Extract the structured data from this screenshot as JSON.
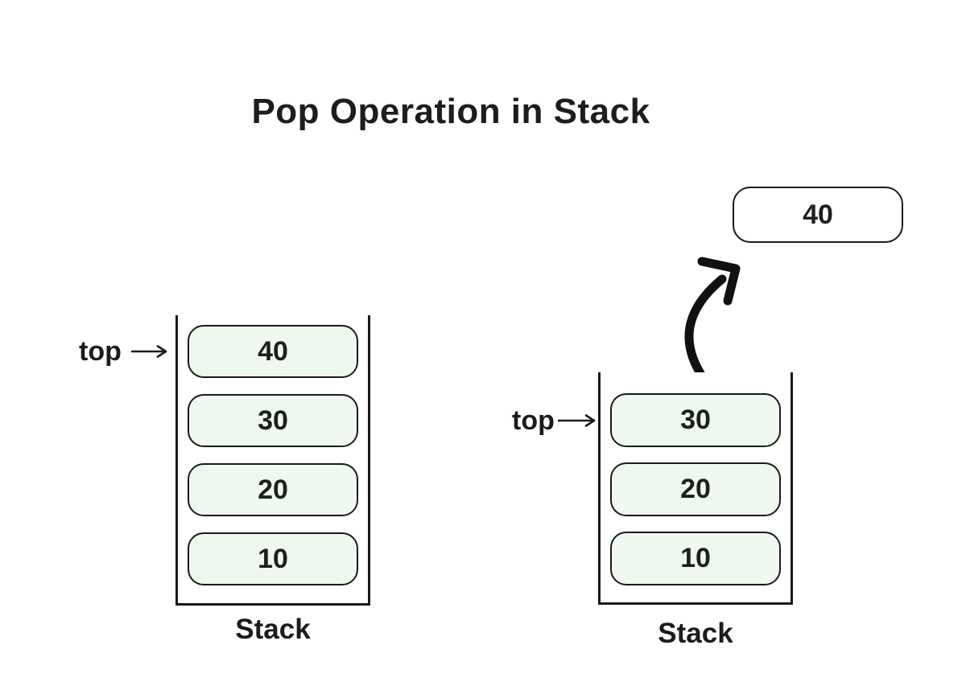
{
  "title": "Pop Operation in Stack",
  "colors": {
    "background": "#ffffff",
    "text": "#1d1d1d",
    "box_fill": "#eef8ef",
    "box_border": "#1a1a1a",
    "popped_box_fill": "#ffffff"
  },
  "stack_before": {
    "pointer_label": "top",
    "items": [
      "40",
      "30",
      "20",
      "10"
    ],
    "caption": "Stack"
  },
  "stack_after": {
    "pointer_label": "top",
    "items": [
      "30",
      "20",
      "10"
    ],
    "caption": "Stack",
    "popped_value": "40"
  },
  "icons": {
    "top_pointer": "right-arrow",
    "pop_motion": "curved-arrow-up-right"
  }
}
